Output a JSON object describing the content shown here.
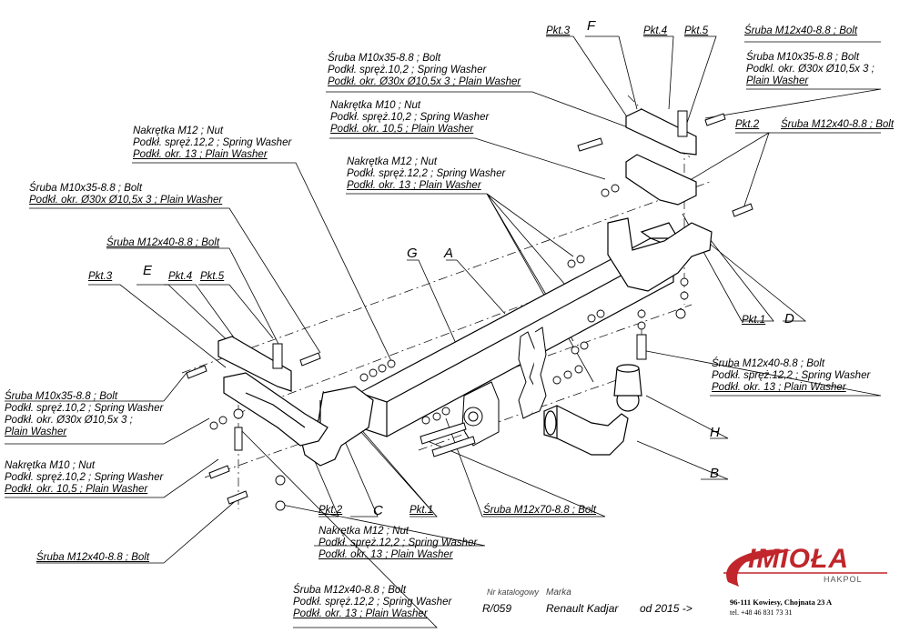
{
  "callouts": {
    "top_bolt_washer": [
      "Śruba M10x35-8.8 ;  Bolt",
      "Podkł. spręż.10,2 ; Spring Washer",
      "Podkł. okr.  Ø30x Ø10,5x 3 ; Plain Washer"
    ],
    "top_nut_m10": [
      "Nakrętka  M10 ; Nut",
      "Podkł. spręż.10,2 ; Spring Washer",
      "Podkł. okr. 10,5 ; Plain Washer"
    ],
    "top_nut_m12": [
      "Nakrętka  M12 ; Nut",
      "Podkł. spręż.12,2 ; Spring Washer",
      "Podkł. okr. 13 ; Plain Washer"
    ],
    "left_nut_m12": [
      "Nakrętka  M12 ; Nut",
      "Podkł. spręż.12,2 ; Spring Washer",
      "Podkł. okr. 13 ; Plain Washer"
    ],
    "left_bolt_washer": [
      "Śruba M10x35-8.8 ;  Bolt",
      "Podkł. okr.  Ø30x Ø10,5x 3 ; Plain Washer"
    ],
    "left_bolt_m12": "Śruba M12x40-8.8 ;  Bolt",
    "right_top_bolt": "Śruba M12x40-8.8 ;  Bolt",
    "right_bolt_washer": [
      "Śruba M10x35-8.8 ;  Bolt",
      "Podkl. okr.  Ø30x Ø10,5x 3 ;",
      "Plain Washer"
    ],
    "right_mid_bolt": "Śruba M12x40-8.8 ;  Bolt",
    "right_lower": [
      "Śruba M12x40-8.8 ;  Bolt",
      "Podkł. spręż.12,2 ; Spring Washer",
      "Podkł. okr. 13 ; Plain Washer"
    ],
    "left_lower_bolt_washer": [
      "Śruba M10x35-8.8 ;  Bolt",
      "Podkł. spręż.10,2 ; Spring Washer",
      "Podkł. okr.  Ø30x Ø10,5x 3 ;",
      "Plain Washer"
    ],
    "left_lower_nut_m10": [
      "Nakrętka  M10 ; Nut",
      "Podkł. spręż.10,2 ; Spring Washer",
      "Podkł. okr. 10,5 ; Plain Washer"
    ],
    "left_bottom_bolt": "Śruba M12x40-8.8 ;  Bolt",
    "bottom_bolt_m12x70": "Śruba M12x70-8.8 ;  Bolt",
    "bottom_nut_m12": [
      "Nakrętka  M12 ; Nut",
      "Podkł. spręż.12,2 ; Spring Washer",
      "Podkł. okr. 13 ; Plain Washer"
    ],
    "bottom_bolt_washer": [
      "Śruba M12x40-8.8 ;  Bolt",
      "Podkł. spręż.12,2 ; Spring Washer",
      "Podkł. okr. 13 ; Plain Washer"
    ]
  },
  "points": {
    "pkt3_top": "Pkt.3",
    "pkt4_top": "Pkt.4",
    "pkt5_top": "Pkt.5",
    "pkt2_top": "Pkt.2",
    "pkt1_right": "Pkt.1",
    "pkt3_left": "Pkt.3",
    "pkt4_left": "Pkt.4",
    "pkt5_left": "Pkt.5",
    "pkt2_bottom": "Pkt.2",
    "pkt1_bottom": "Pkt.1"
  },
  "parts": {
    "F": "F",
    "E": "E",
    "G": "G",
    "A": "A",
    "D": "D",
    "C": "C",
    "H": "H",
    "B": "B"
  },
  "titleblock": {
    "catalog_label": "Nr katalogowy",
    "catalog_number": "R/059",
    "make_label": "Marka",
    "model": "Renault Kadjar",
    "year": "od 2015 ->"
  },
  "company": {
    "logo_text": "IMIOŁA",
    "sub": "HAKPOL",
    "address": "96-111 Kowiesy, Chojnata 23 A",
    "phone": "tel. +48 46 831 73 31"
  },
  "colors": {
    "logo_red": "#c0262b",
    "line": "#000000"
  }
}
